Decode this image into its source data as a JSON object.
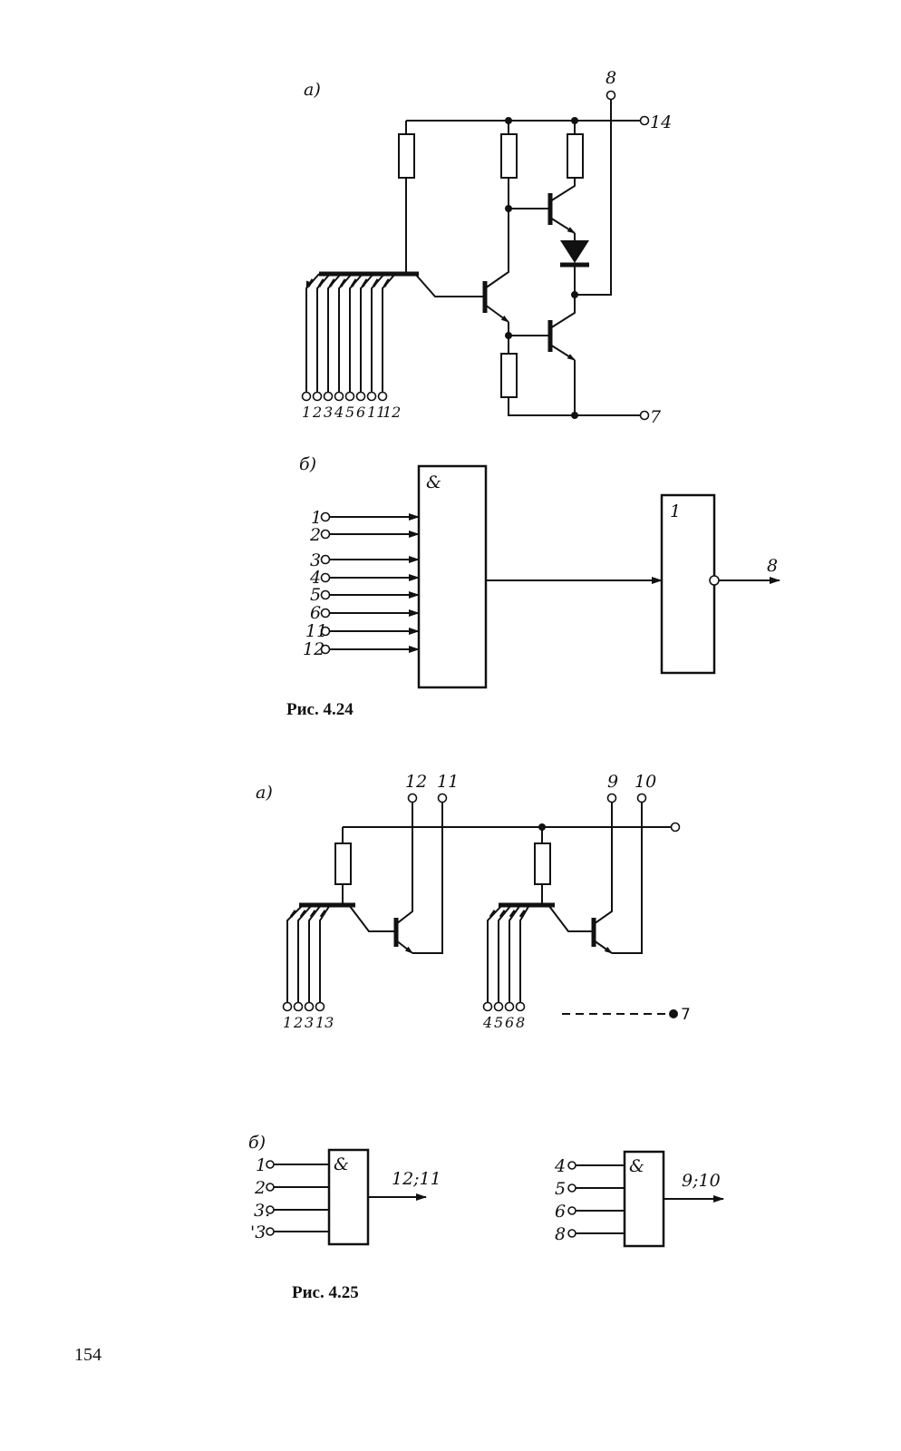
{
  "fig_4_24": {
    "caption": "Рис. 4.24",
    "part_a_label": "а)",
    "part_b_label": "б)",
    "output_terminal": "8",
    "supply_terminal": "14",
    "ground_terminal": "7",
    "inputs": [
      "1",
      "2",
      "3",
      "4",
      "5",
      "6",
      "11",
      "12"
    ],
    "and_block_symbol": "&",
    "not_block_symbol": "1",
    "output_label": "8"
  },
  "fig_4_25": {
    "caption": "Рис. 4.25",
    "part_a_label": "а)",
    "part_b_label": "б)",
    "gate1_outputs": [
      "12",
      "11"
    ],
    "gate2_outputs": [
      "9",
      "10"
    ],
    "gate1_inputs": [
      "1",
      "2",
      "3",
      "13"
    ],
    "gate2_inputs": [
      "4",
      "5",
      "6",
      "8"
    ],
    "ground_terminal": "7",
    "block1_symbol": "&",
    "block1_output": "12;11",
    "block2_symbol": "&",
    "block2_output": "9;10",
    "block1_input_labels": [
      "1",
      "2",
      "3.",
      "'3"
    ],
    "block2_input_labels": [
      "4",
      "5",
      "6",
      "8"
    ]
  },
  "page_number": "154"
}
